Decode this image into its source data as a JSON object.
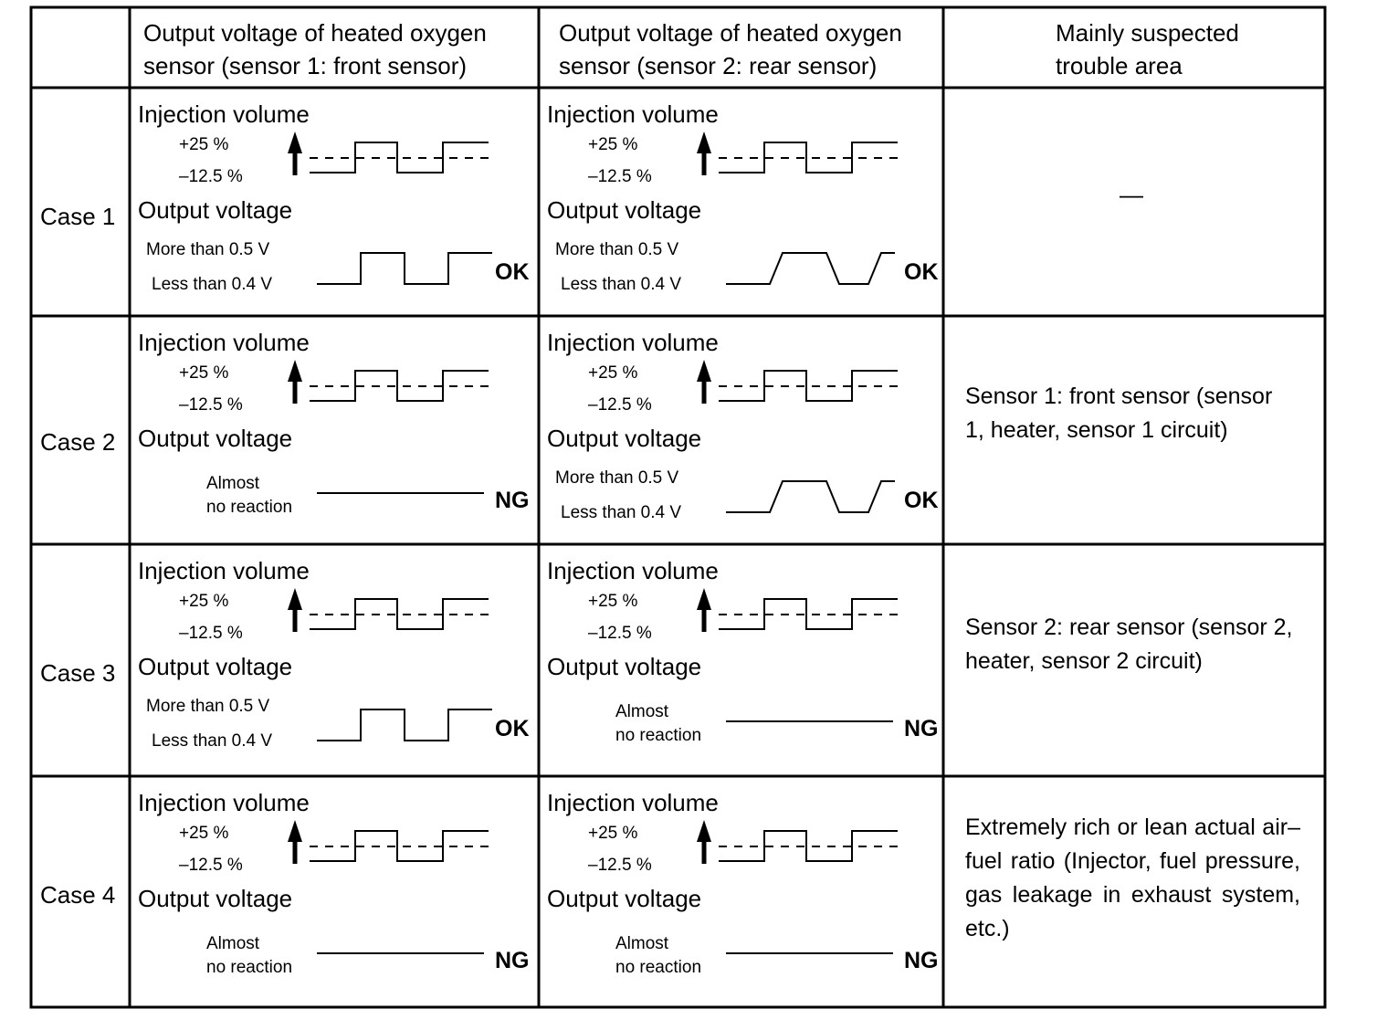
{
  "header": {
    "col1": "Output voltage of heated oxygen sensor (sensor 1: front sensor)",
    "col2": "Output voltage of heated oxygen sensor (sensor 2: rear sensor)",
    "col3": "Mainly suspected trouble area"
  },
  "labels": {
    "injection_volume": "Injection volume",
    "plus": "+25 %",
    "minus": "–12.5 %",
    "output_voltage": "Output voltage",
    "more_than": "More than 0.5 V",
    "less_than": "Less than 0.4 V",
    "almost": "Almost",
    "no_reaction": "no reaction"
  },
  "cases": [
    {
      "name": "Case 1",
      "front": {
        "response": "square",
        "result": "OK"
      },
      "rear": {
        "response": "trapezoid",
        "result": "OK"
      },
      "area": "—"
    },
    {
      "name": "Case 2",
      "front": {
        "response": "flat",
        "result": "NG"
      },
      "rear": {
        "response": "trapezoid",
        "result": "OK"
      },
      "area": "Sensor 1: front sensor (sensor 1, heater, sensor 1 circuit)"
    },
    {
      "name": "Case 3",
      "front": {
        "response": "square",
        "result": "OK"
      },
      "rear": {
        "response": "flat",
        "result": "NG"
      },
      "area": "Sensor 2: rear sensor (sensor 2, heater, sensor 2 circuit)"
    },
    {
      "name": "Case 4",
      "front": {
        "response": "flat",
        "result": "NG"
      },
      "rear": {
        "response": "flat",
        "result": "NG"
      },
      "area": "Extremely rich or lean actual air–fuel ratio (Injector, fuel pressure, gas leakage in exhaust system, etc.)"
    }
  ]
}
